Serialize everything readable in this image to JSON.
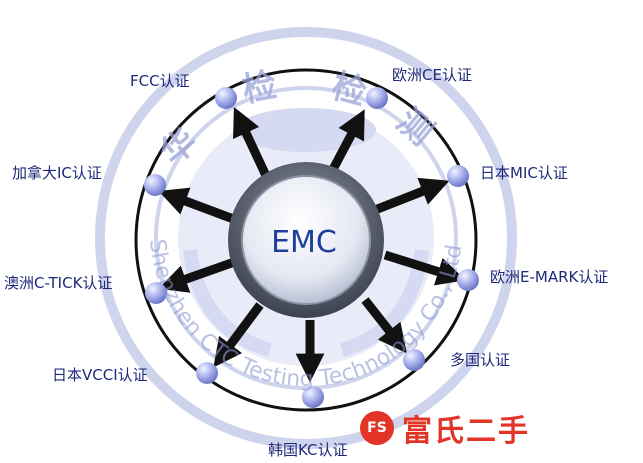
{
  "diagram": {
    "center": {
      "label": "EMC"
    },
    "nodes": [
      {
        "id": "fcc",
        "label": "FCC认证"
      },
      {
        "id": "ce",
        "label": "欧洲CE认证"
      },
      {
        "id": "mic",
        "label": "日本MIC认证"
      },
      {
        "id": "emark",
        "label": "欧洲E-MARK认证"
      },
      {
        "id": "multi",
        "label": "多国认证"
      },
      {
        "id": "kc",
        "label": "韩国KC认证"
      },
      {
        "id": "vcci",
        "label": "日本VCCI认证"
      },
      {
        "id": "ctick",
        "label": "澳洲C-TICK认证"
      },
      {
        "id": "ic",
        "label": "加拿大IC认证"
      }
    ]
  },
  "watermark": {
    "chars": [
      "华",
      "检",
      "检",
      "测"
    ],
    "english": "Shenzhen CTC Testing Technology Co., Ltd"
  },
  "brand": {
    "logo_text": "FS",
    "name": "富氏二手"
  },
  "colors": {
    "label": "#1f2a7a",
    "node": "#8f99e0",
    "arrow": "#111111",
    "watermark": "#9aa3d8",
    "brand": "#e23427"
  }
}
